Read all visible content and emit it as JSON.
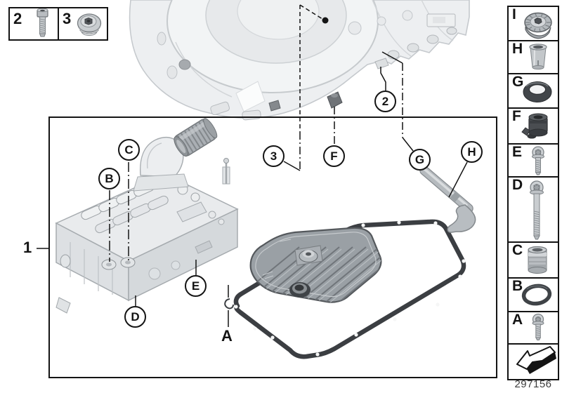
{
  "figure": {
    "part_number": "297156",
    "group_label": "1",
    "gasket_bolt_label": "A"
  },
  "kit_box": {
    "items": [
      {
        "label": "2",
        "icon": "socket-head-bolt-icon"
      },
      {
        "label": "3",
        "icon": "screw-plug-icon"
      }
    ]
  },
  "callouts": [
    {
      "label": "2"
    },
    {
      "label": "3"
    },
    {
      "label": "F"
    },
    {
      "label": "G"
    },
    {
      "label": "H"
    },
    {
      "label": "C"
    },
    {
      "label": "B"
    },
    {
      "label": "E"
    },
    {
      "label": "D"
    }
  ],
  "legend": {
    "items": [
      {
        "label": "I",
        "icon": "knurled-nut-icon"
      },
      {
        "label": "H",
        "icon": "metal-sleeve-icon"
      },
      {
        "label": "G",
        "icon": "seal-ring-icon"
      },
      {
        "label": "F",
        "icon": "rubber-plug-icon"
      },
      {
        "label": "E",
        "icon": "torx-bolt-short-icon"
      },
      {
        "label": "D",
        "icon": "torx-bolt-long-icon"
      },
      {
        "label": "C",
        "icon": "bushing-icon"
      },
      {
        "label": "B",
        "icon": "o-ring-icon"
      },
      {
        "label": "A",
        "icon": "torx-bolt-short-icon"
      }
    ],
    "footer_icon": "direction-arrow-icon"
  },
  "colors": {
    "line": "#141414",
    "housing_fill": "#edeff1",
    "part_light": "#e7e9eb",
    "filter_fill": "#9aa0a5",
    "gasket": "#3b3e42",
    "background": "#ffffff"
  }
}
